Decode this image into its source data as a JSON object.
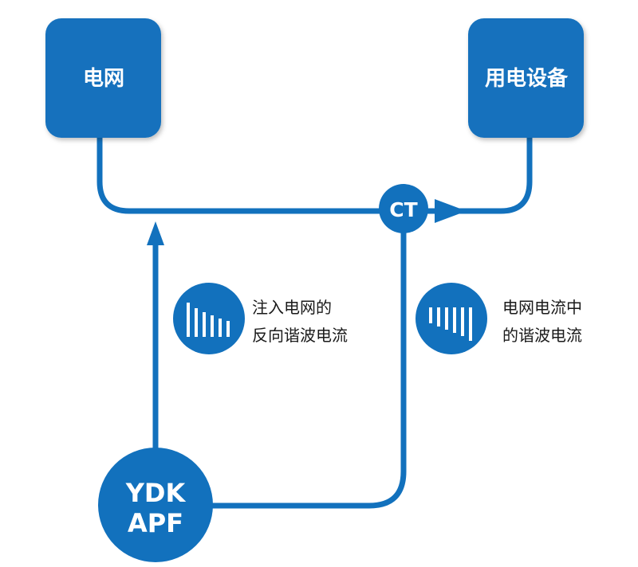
{
  "nodes": {
    "grid": "电网",
    "equipment": "用电设备",
    "ct": "CT",
    "apf_line1": "YDK",
    "apf_line2": "APF"
  },
  "captions": {
    "injected_line1": "注入电网的",
    "injected_line2": "反向谐波电流",
    "measured_line1": "电网电流中",
    "measured_line2": "的谐波电流"
  },
  "colors": {
    "accent": "#1271bd",
    "text": "#1a1a1a"
  },
  "icons": {
    "injected": "descending-bars-icon",
    "measured": "ascending-bars-icon"
  }
}
